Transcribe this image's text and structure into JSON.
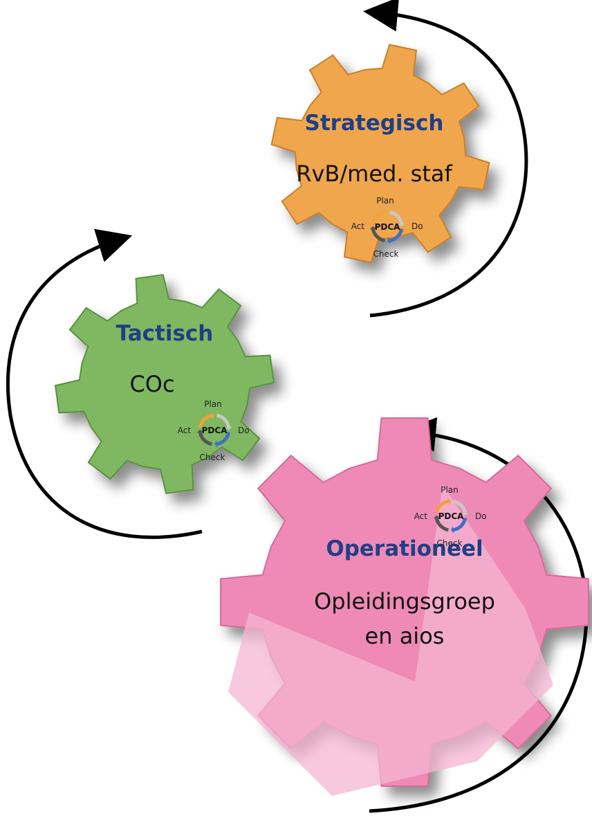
{
  "gears": [
    {
      "id": "strategisch",
      "title": "Strategisch",
      "body_lines": [
        "RvB/med. staf"
      ],
      "color": "#efa64d",
      "pdca": {
        "center": "PDCA",
        "plan": "Plan",
        "do": "Do",
        "check": "Check",
        "act": "Act"
      }
    },
    {
      "id": "tactisch",
      "title": "Tactisch",
      "body_lines": [
        "COc"
      ],
      "color": "#7fb861",
      "pdca": {
        "center": "PDCA",
        "plan": "Plan",
        "do": "Do",
        "check": "Check",
        "act": "Act"
      }
    },
    {
      "id": "operationeel",
      "title": "Operationeel",
      "body_lines": [
        "Opleidingsgroep",
        "en aios"
      ],
      "color": "#ee8ab5",
      "pdca": {
        "center": "PDCA",
        "plan": "Plan",
        "do": "Do",
        "check": "Check",
        "act": "Act"
      }
    }
  ],
  "colors": {
    "title_text": "#1f3f86",
    "arrow": "#000000",
    "pdca_plan": "#f2a23a",
    "pdca_do": "#3f6fc3",
    "pdca_check": "#555555",
    "pdca_act": "#c8c8c8"
  }
}
